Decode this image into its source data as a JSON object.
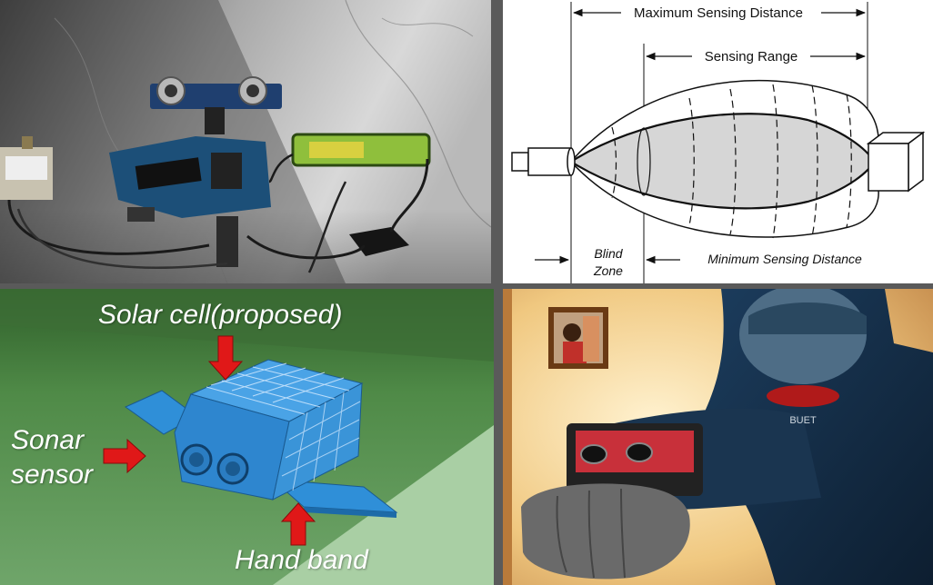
{
  "hardware_photo": {
    "components": [
      "ultrasonic-sensor",
      "arduino-board",
      "battery-pack",
      "vibration-motor",
      "switch"
    ]
  },
  "sensing_diagram": {
    "max_sensing_distance": "Maximum Sensing Distance",
    "sensing_range": "Sensing Range",
    "blind_zone_line1": "Blind",
    "blind_zone_line2": "Zone",
    "min_sensing_distance": "Minimum Sensing Distance"
  },
  "model_render": {
    "solar_cell": "Solar cell(proposed)",
    "sonar_line1": "Sonar",
    "sonar_line2": "sensor",
    "hand_band": "Hand band",
    "colors": {
      "device": "#2f8fd8",
      "arrow": "#e01818",
      "background": "#4f8a47"
    }
  },
  "worn_photo": {
    "shirt_text": "BUET"
  }
}
